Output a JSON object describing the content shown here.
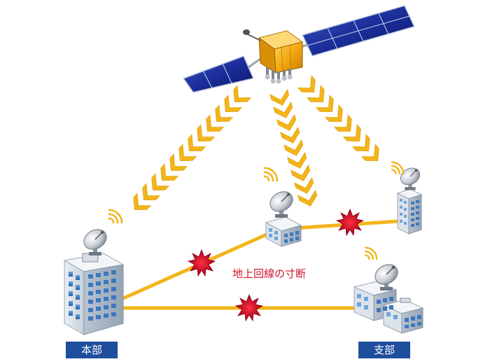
{
  "labels": {
    "honbu": "本部",
    "shibu": "支部",
    "caption": "地上回線の寸断"
  },
  "colors": {
    "line": "#f2b51a",
    "chevron": "#f2b51a",
    "break": "#c8102e",
    "label_bg": "#1e4e9c",
    "caption": "#d0122a"
  }
}
